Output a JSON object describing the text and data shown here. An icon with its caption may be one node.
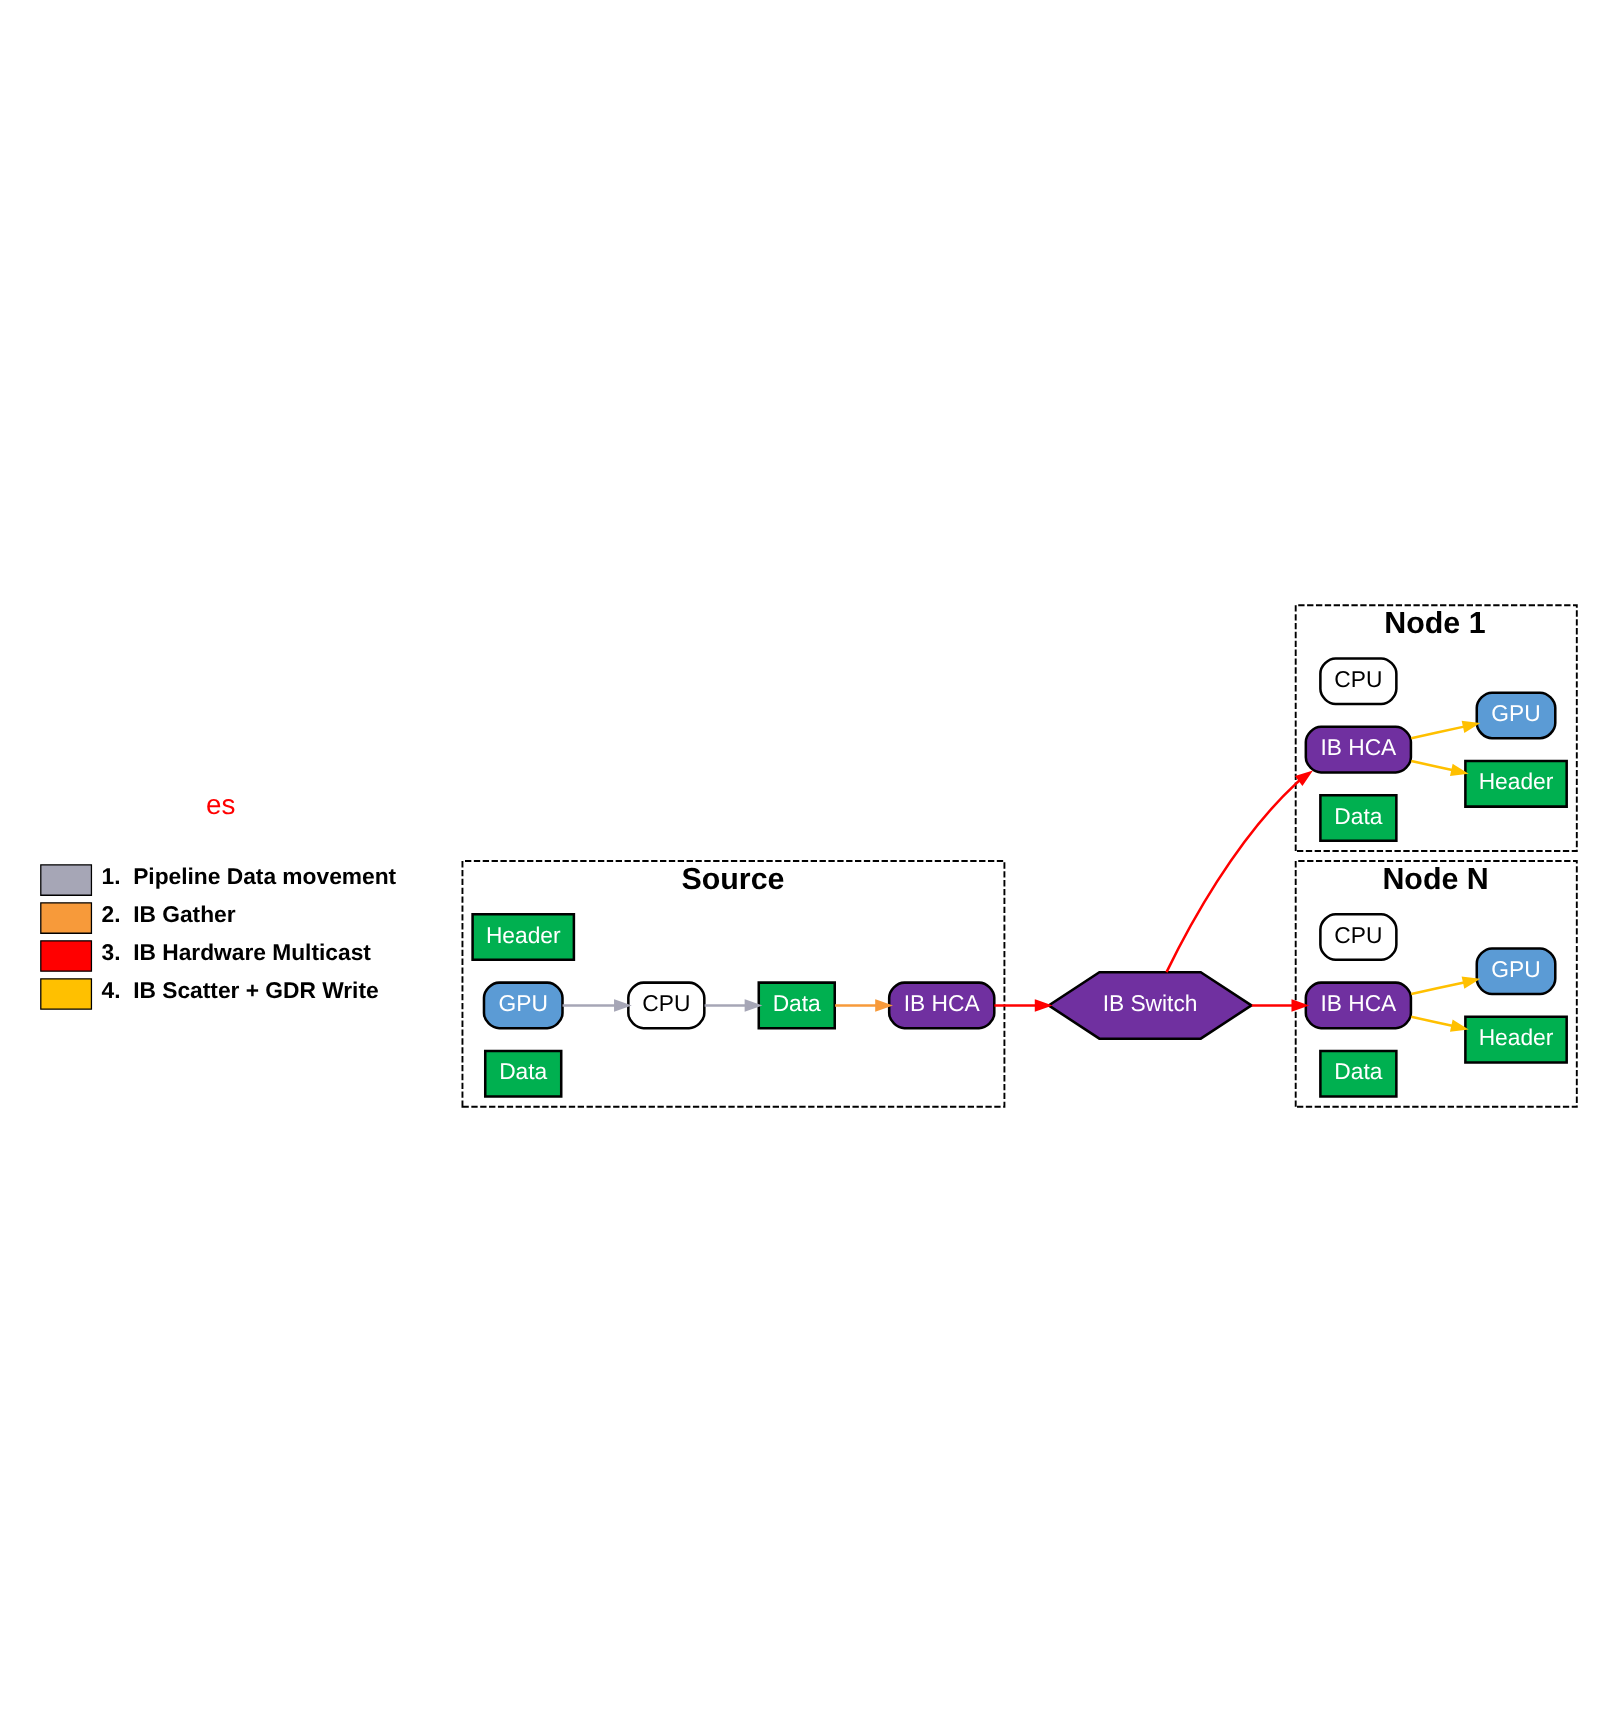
{
  "diagram": {
    "nodes": [
      {
        "text": [
          "Source"
        ]
      },
      {
        "text": [
          "Header"
        ],
        "in": 0
      },
      {
        "text": [
          "Data"
        ],
        "in": 0
      },
      {
        "text": [
          "CPU"
        ],
        "in": 0
      },
      {
        "text": [
          "GPU"
        ],
        "in": 0
      },
      {
        "text": [
          "Data"
        ],
        "in": 0
      },
      {
        "text": [
          "IB HCA"
        ],
        "in": 0
      },
      {
        "text": [
          "IB Switch"
        ]
      },
      {
        "text": [
          "Node 1"
        ]
      },
      {
        "text": [
          "Header"
        ],
        "in": 8
      },
      {
        "text": [
          "CPU"
        ],
        "in": 8
      },
      {
        "text": [
          "IB HCA"
        ],
        "in": 8
      },
      {
        "text": [
          "GPU"
        ],
        "in": 8
      },
      {
        "text": [
          "Data"
        ],
        "in": 8
      },
      {
        "text": [
          "Node N"
        ]
      },
      {
        "text": [
          "Header"
        ],
        "in": 14
      },
      {
        "text": [
          "CPU"
        ],
        "in": 14
      },
      {
        "text": [
          "IB HCA"
        ],
        "in": 14
      },
      {
        "text": [
          "GPU"
        ],
        "in": 14
      },
      {
        "text": [
          "Data"
        ],
        "in": 14
      }
    ],
    "edges": [
      {
        "from": 4,
        "to": 3,
        "arrow": "to",
        "color": "#a6a6b6"
      },
      {
        "from": 3,
        "to": 2,
        "arrow": "to",
        "color": "#a6a6b6"
      },
      {
        "from": 2,
        "to": 6,
        "arrow": "to",
        "color": "#f79a3a"
      },
      {
        "from": 6,
        "to": 7,
        "arrow": "to",
        "color": "#ff0000"
      },
      {
        "from": 7,
        "to": 11,
        "arrow": "to",
        "color": "#ff0000"
      },
      {
        "from": 7,
        "to": 17,
        "arrow": "to",
        "color": "#ff0000"
      },
      {
        "from": 11,
        "to": 9,
        "arrow": "to",
        "color": "#ffc000"
      },
      {
        "from": 11,
        "to": 12,
        "arrow": "to",
        "color": "#ffc000"
      },
      {
        "from": 17,
        "to": 15,
        "arrow": "to",
        "color": "#ffc000"
      },
      {
        "from": 17,
        "to": 18,
        "arrow": "to",
        "color": "#ffc000"
      }
    ],
    "labels": [
      "es"
    ],
    "legend": [
      {
        "text": "1.  Pipeline Data movement",
        "color": "#a6a6b6"
      },
      {
        "text": "2.  IB Gather",
        "color": "#f79a3a"
      },
      {
        "text": "3.  IB Hardware Multicast",
        "color": "#ff0000"
      },
      {
        "text": "4.  IB Scatter + GDR Write",
        "color": "#ffc000"
      }
    ]
  }
}
